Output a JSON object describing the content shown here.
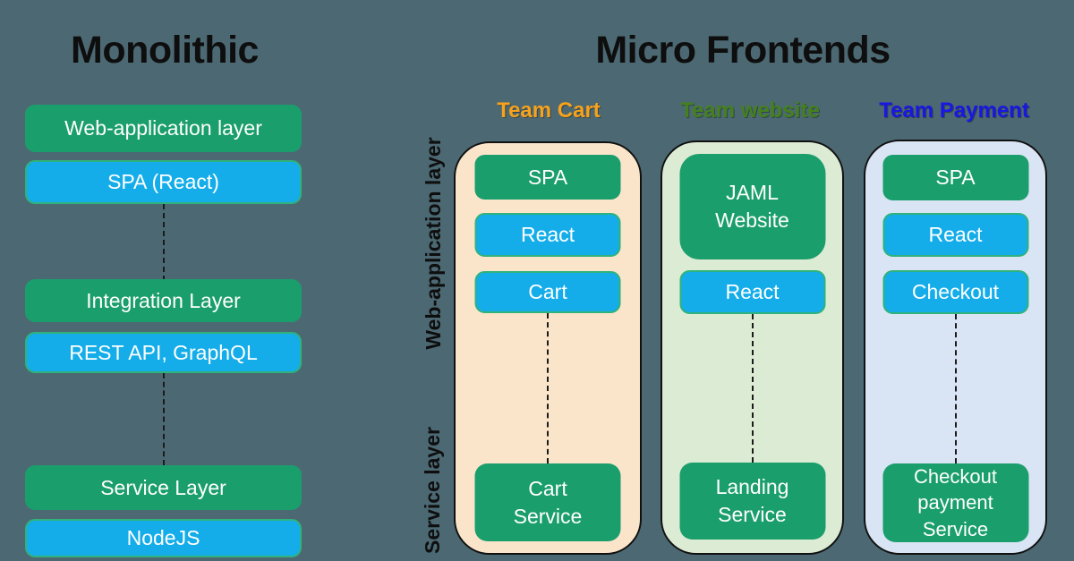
{
  "colors": {
    "background": "#4C6973",
    "box_green": "#1A9E6C",
    "box_blue": "#14ADE9",
    "box_blue_border": "#2FB27C",
    "column_cart_bg": "#FAE5CB",
    "column_website_bg": "#DCEBD3",
    "column_payment_bg": "#D9E4F5",
    "team_cart_label": "#F7A21C",
    "team_website_label": "#45801F",
    "team_payment_label": "#1A17E3",
    "title_text": "#0E0E0E"
  },
  "left_panel": {
    "title": "Monolithic",
    "boxes": [
      {
        "label": "Web-application layer",
        "type": "green"
      },
      {
        "label": "SPA (React)",
        "type": "blue"
      },
      {
        "label": "Integration Layer",
        "type": "green"
      },
      {
        "label": "REST API, GraphQL",
        "type": "blue"
      },
      {
        "label": "Service Layer",
        "type": "green"
      },
      {
        "label": "NodeJS",
        "type": "blue"
      }
    ]
  },
  "right_panel": {
    "title": "Micro Frontends",
    "layer_labels": {
      "web": "Web-application layer",
      "service": "Service layer"
    },
    "teams": [
      {
        "name": "Team Cart",
        "boxes": [
          {
            "label": "SPA",
            "type": "green"
          },
          {
            "label": "React",
            "type": "blue"
          },
          {
            "label": "Cart",
            "type": "blue"
          }
        ],
        "service_box": "Cart Service"
      },
      {
        "name": "Team website",
        "boxes": [
          {
            "label": "JAML Website",
            "type": "green"
          },
          {
            "label": "React",
            "type": "blue"
          }
        ],
        "service_box": "Landing Service"
      },
      {
        "name": "Team Payment",
        "boxes": [
          {
            "label": "SPA",
            "type": "green"
          },
          {
            "label": "React",
            "type": "blue"
          },
          {
            "label": "Checkout",
            "type": "blue"
          }
        ],
        "service_box": "Checkout payment Service"
      }
    ]
  }
}
